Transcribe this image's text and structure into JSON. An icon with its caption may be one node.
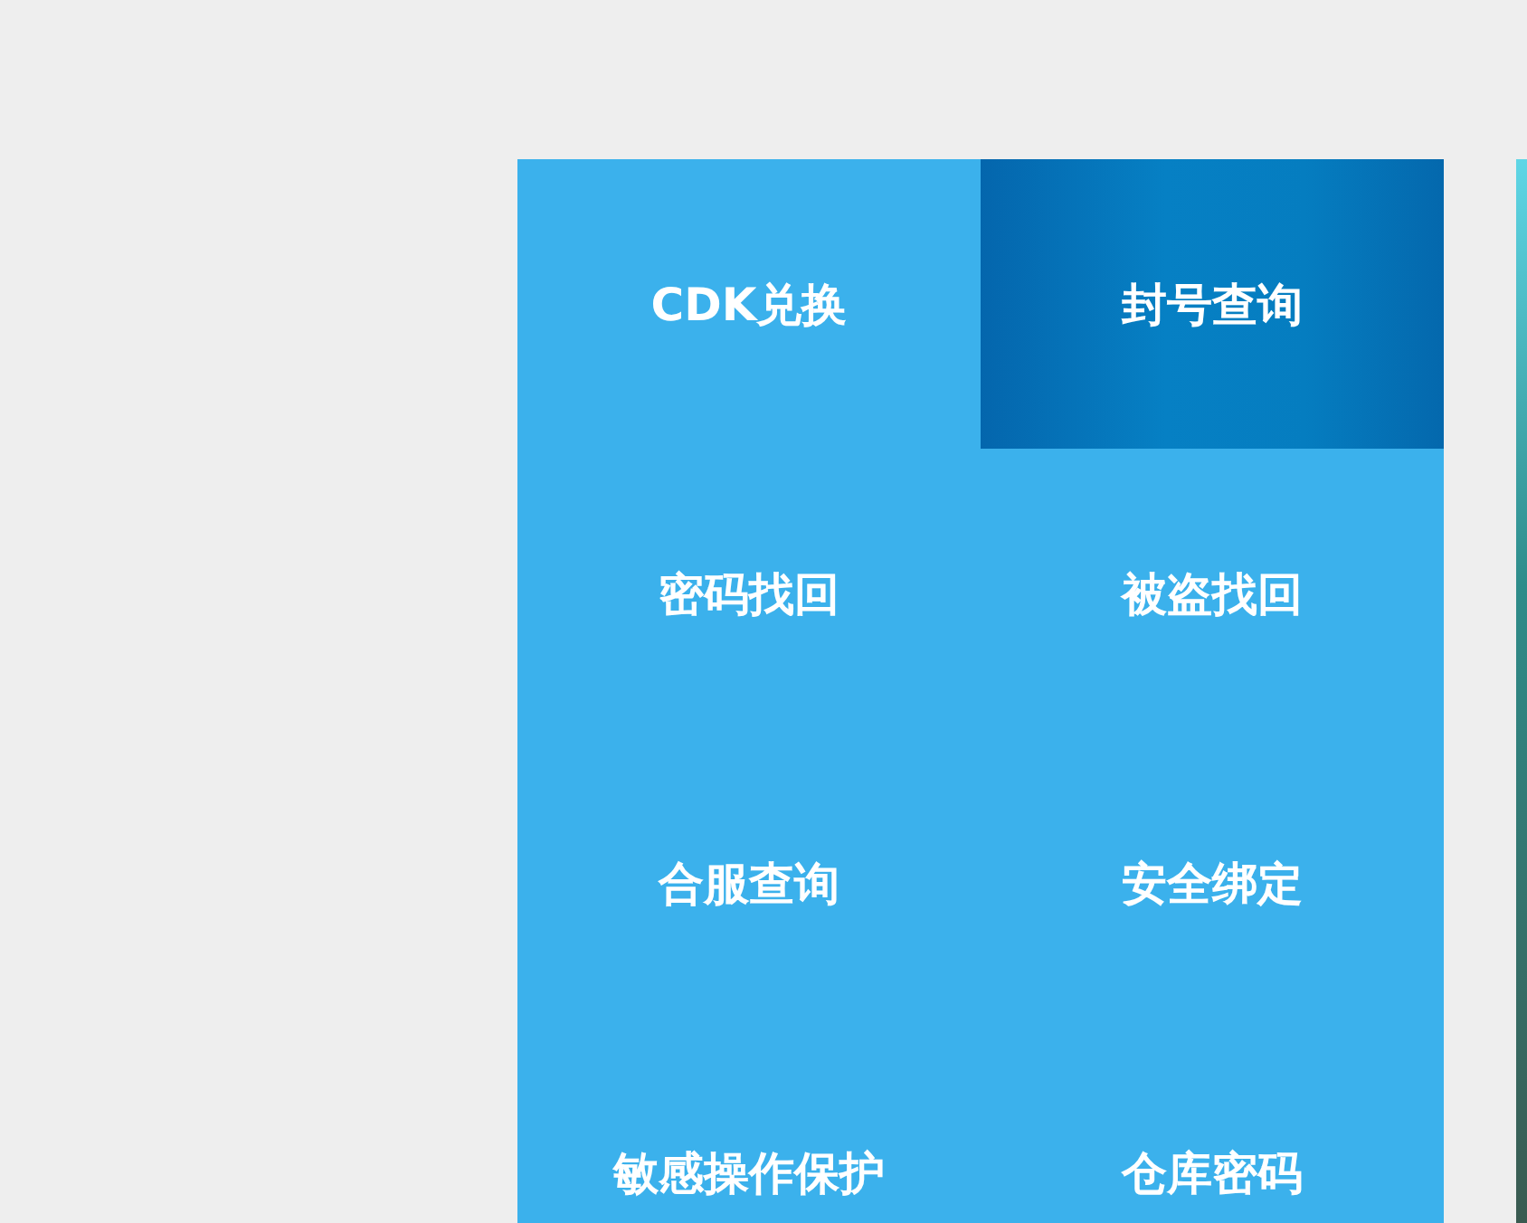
{
  "diagram": {
    "nodes": [
      {
        "text": [
          "CDK兑换"
        ]
      },
      {
        "text": [
          "封号查询"
        ]
      },
      {
        "text": [
          "密码找回"
        ]
      },
      {
        "text": [
          "被盗找回"
        ]
      },
      {
        "text": [
          "合服查询"
        ]
      },
      {
        "text": [
          "安全绑定"
        ]
      },
      {
        "text": [
          "敏感操作保护"
        ]
      },
      {
        "text": [
          "仓库密码"
        ]
      }
    ]
  }
}
